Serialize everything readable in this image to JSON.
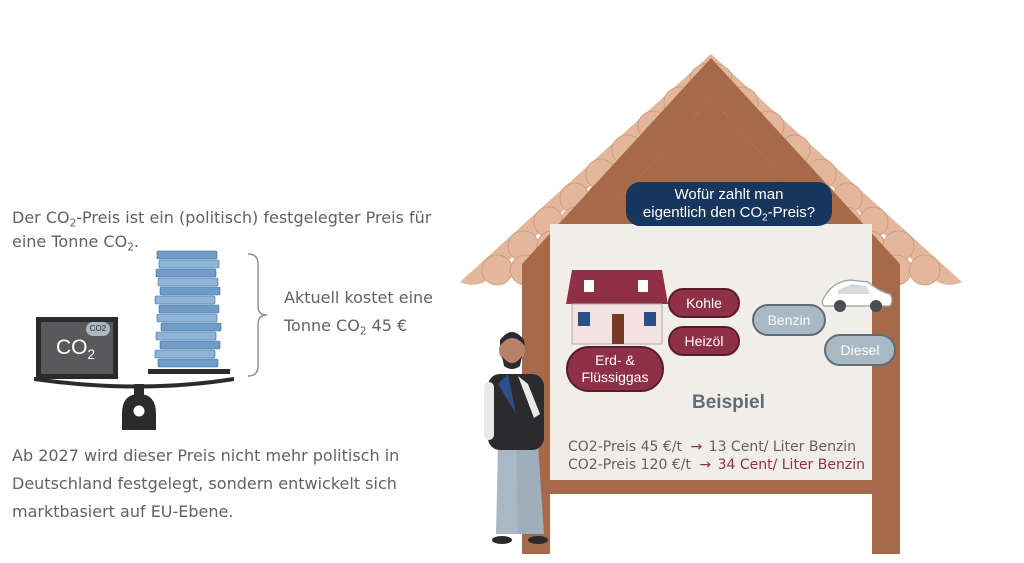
{
  "intro": {
    "line1_pre": "Der CO",
    "line1_sub": "2",
    "line1_post": "-Preis ist ein (politisch) festgelegter Preis für",
    "line2_pre": "eine Tonne CO",
    "line2_sub": "2",
    "line2_post": "."
  },
  "price_note": {
    "line1": "Aktuell kostet eine",
    "line2_pre": "Tonne CO",
    "line2_sub": "2",
    "line2_post": " 45 €"
  },
  "scale": {
    "screen_label_main": "CO",
    "screen_label_sub": "2",
    "cloud_label": "CO2"
  },
  "outro": {
    "line1": "Ab 2027 wird dieser Preis nicht mehr politisch in",
    "line2": "Deutschland festgelegt, sondern entwickelt sich",
    "line3": "marktbasiert auf EU-Ebene."
  },
  "house": {
    "question_line1": "Wofür zahlt man",
    "question_line2_pre": "eigentlich den CO",
    "question_line2_sub": "2",
    "question_line2_post": "-Preis?",
    "fuels_red": [
      "Kohle",
      "Heizöl"
    ],
    "gas_line1": "Erd- &",
    "gas_line2": "Flüssiggas",
    "fuels_grey": [
      "Benzin",
      "Diesel"
    ],
    "example_title": "Beispiel",
    "examples": [
      {
        "label": "CO2-Preis 45   €/t",
        "arrow": "→",
        "result": "13 Cent/ Liter Benzin"
      },
      {
        "label": "CO2-Preis 120 €/t",
        "arrow": "→",
        "result": "34 Cent/ Liter Benzin"
      }
    ]
  },
  "colors": {
    "accent_red": "#8e3046",
    "wood": "#a66a4a",
    "roof_tile": "#e2b79b",
    "navy": "#17365d",
    "grey_pill": "#a9b8c3"
  }
}
